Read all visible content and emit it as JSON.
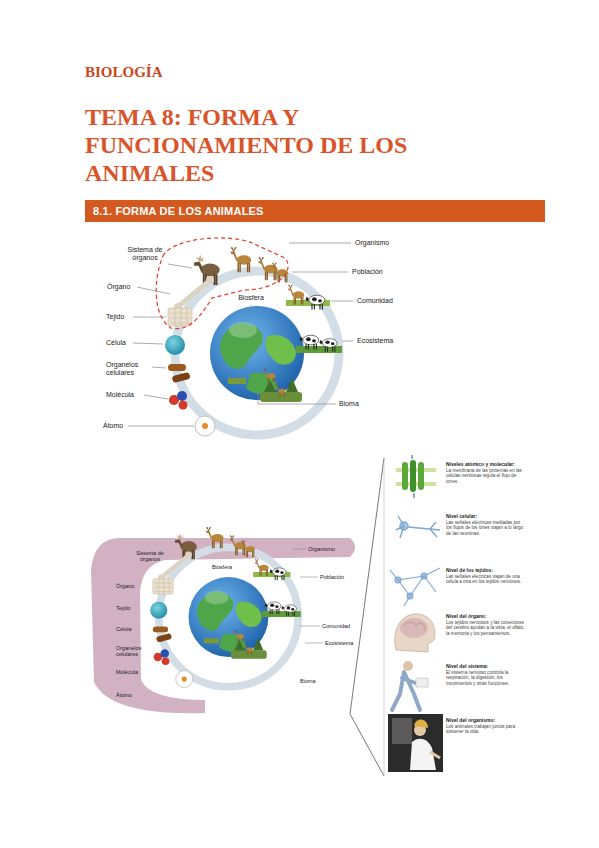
{
  "diagram": {
    "title": "TEMA 8: FORMA Y FUNCIONAMIENTO DE LOS ANIMALES",
    "nodes": [
      {
        "text": [
          "8.1. FORMA DE LOS ANIMALES"
        ]
      }
    ],
    "labels": [
      "BIOLOGÍA",
      "Sistema de órganos",
      "Organismo",
      "Población",
      "Órgano",
      "Comunidad",
      "Tejido",
      "Biosfera",
      "Célula",
      "Ecosistema",
      "Organelos celulares",
      "Molécula",
      "Bioma",
      "Átomo",
      "Sistema de órganos",
      "Organismo",
      "Población",
      "Órgano",
      "Biosfera",
      "Comunidad",
      "Tejido",
      "Ecosistema",
      "Célula",
      "Organelos celulares",
      "Molécula",
      "Bioma",
      "Átomo",
      "Niveles atómico y molecular:",
      "La membrana de las proteínas en las células nerviosas regula el flujo de iones.",
      "Nivel celular:",
      "Las señales eléctricas mediadas por los flujos de los iones viajan a lo largo de las neuronas.",
      "Nivel de los tejidos:",
      "Las señales eléctricas viajan de una célula a otra en los tejidos nerviosos.",
      "Nivel del órgano:",
      "Los tejidos nerviosos y las conexiones del cerebro ayudan a la vista, el olfato, la memoria y los pensamientos.",
      "Nivel del sistema:",
      "El sistema nervioso controla la respiración, la digestión, los movimientos y otras funciones.",
      "Nivel del organismo:",
      "Los animales trabajan juntos para sostener la vida."
    ]
  }
}
